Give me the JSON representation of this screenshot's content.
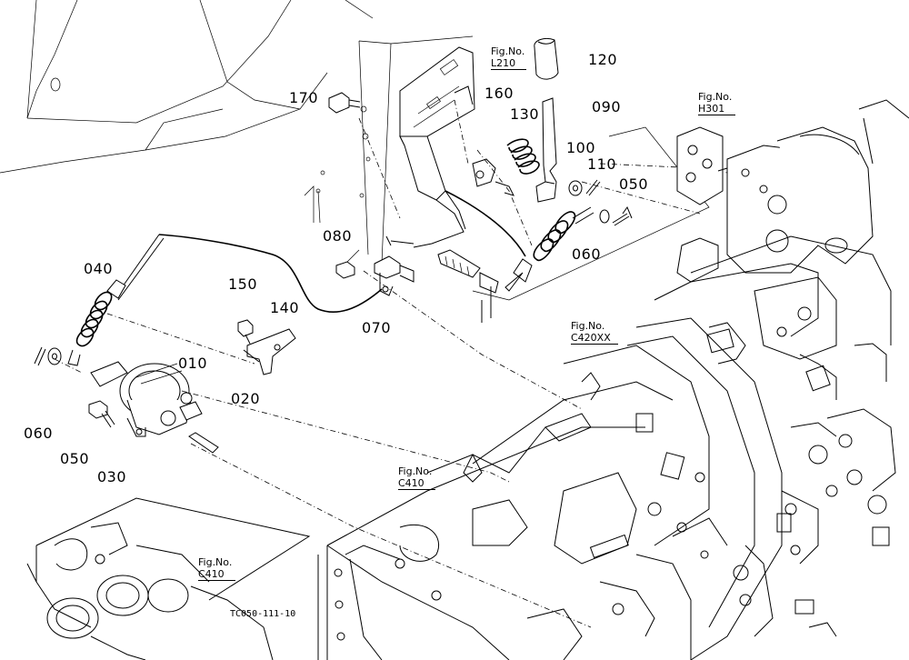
{
  "parts": [
    {
      "id": "p010",
      "label": "010"
    },
    {
      "id": "p020",
      "label": "020"
    },
    {
      "id": "p030",
      "label": "030"
    },
    {
      "id": "p040",
      "label": "040"
    },
    {
      "id": "p050a",
      "label": "050"
    },
    {
      "id": "p050b",
      "label": "050"
    },
    {
      "id": "p060a",
      "label": "060"
    },
    {
      "id": "p060b",
      "label": "060"
    },
    {
      "id": "p070",
      "label": "070"
    },
    {
      "id": "p080",
      "label": "080"
    },
    {
      "id": "p090",
      "label": "090"
    },
    {
      "id": "p100",
      "label": "100"
    },
    {
      "id": "p110",
      "label": "110"
    },
    {
      "id": "p120",
      "label": "120"
    },
    {
      "id": "p130",
      "label": "130"
    },
    {
      "id": "p140",
      "label": "140"
    },
    {
      "id": "p150",
      "label": "150"
    },
    {
      "id": "p160",
      "label": "160"
    },
    {
      "id": "p170",
      "label": "170"
    }
  ],
  "figure_refs": [
    {
      "id": "l210",
      "prefix": "Fig.No.",
      "code": "L210"
    },
    {
      "id": "h301",
      "prefix": "Fig.No.",
      "code": "H301"
    },
    {
      "id": "c420",
      "prefix": "Fig.No.",
      "code": "C420XX"
    },
    {
      "id": "c410a",
      "prefix": "Fig.No.",
      "code": "C410"
    },
    {
      "id": "c410b",
      "prefix": "Fig.No.",
      "code": "C410"
    }
  ],
  "drawing_code": "TC050-111-10"
}
